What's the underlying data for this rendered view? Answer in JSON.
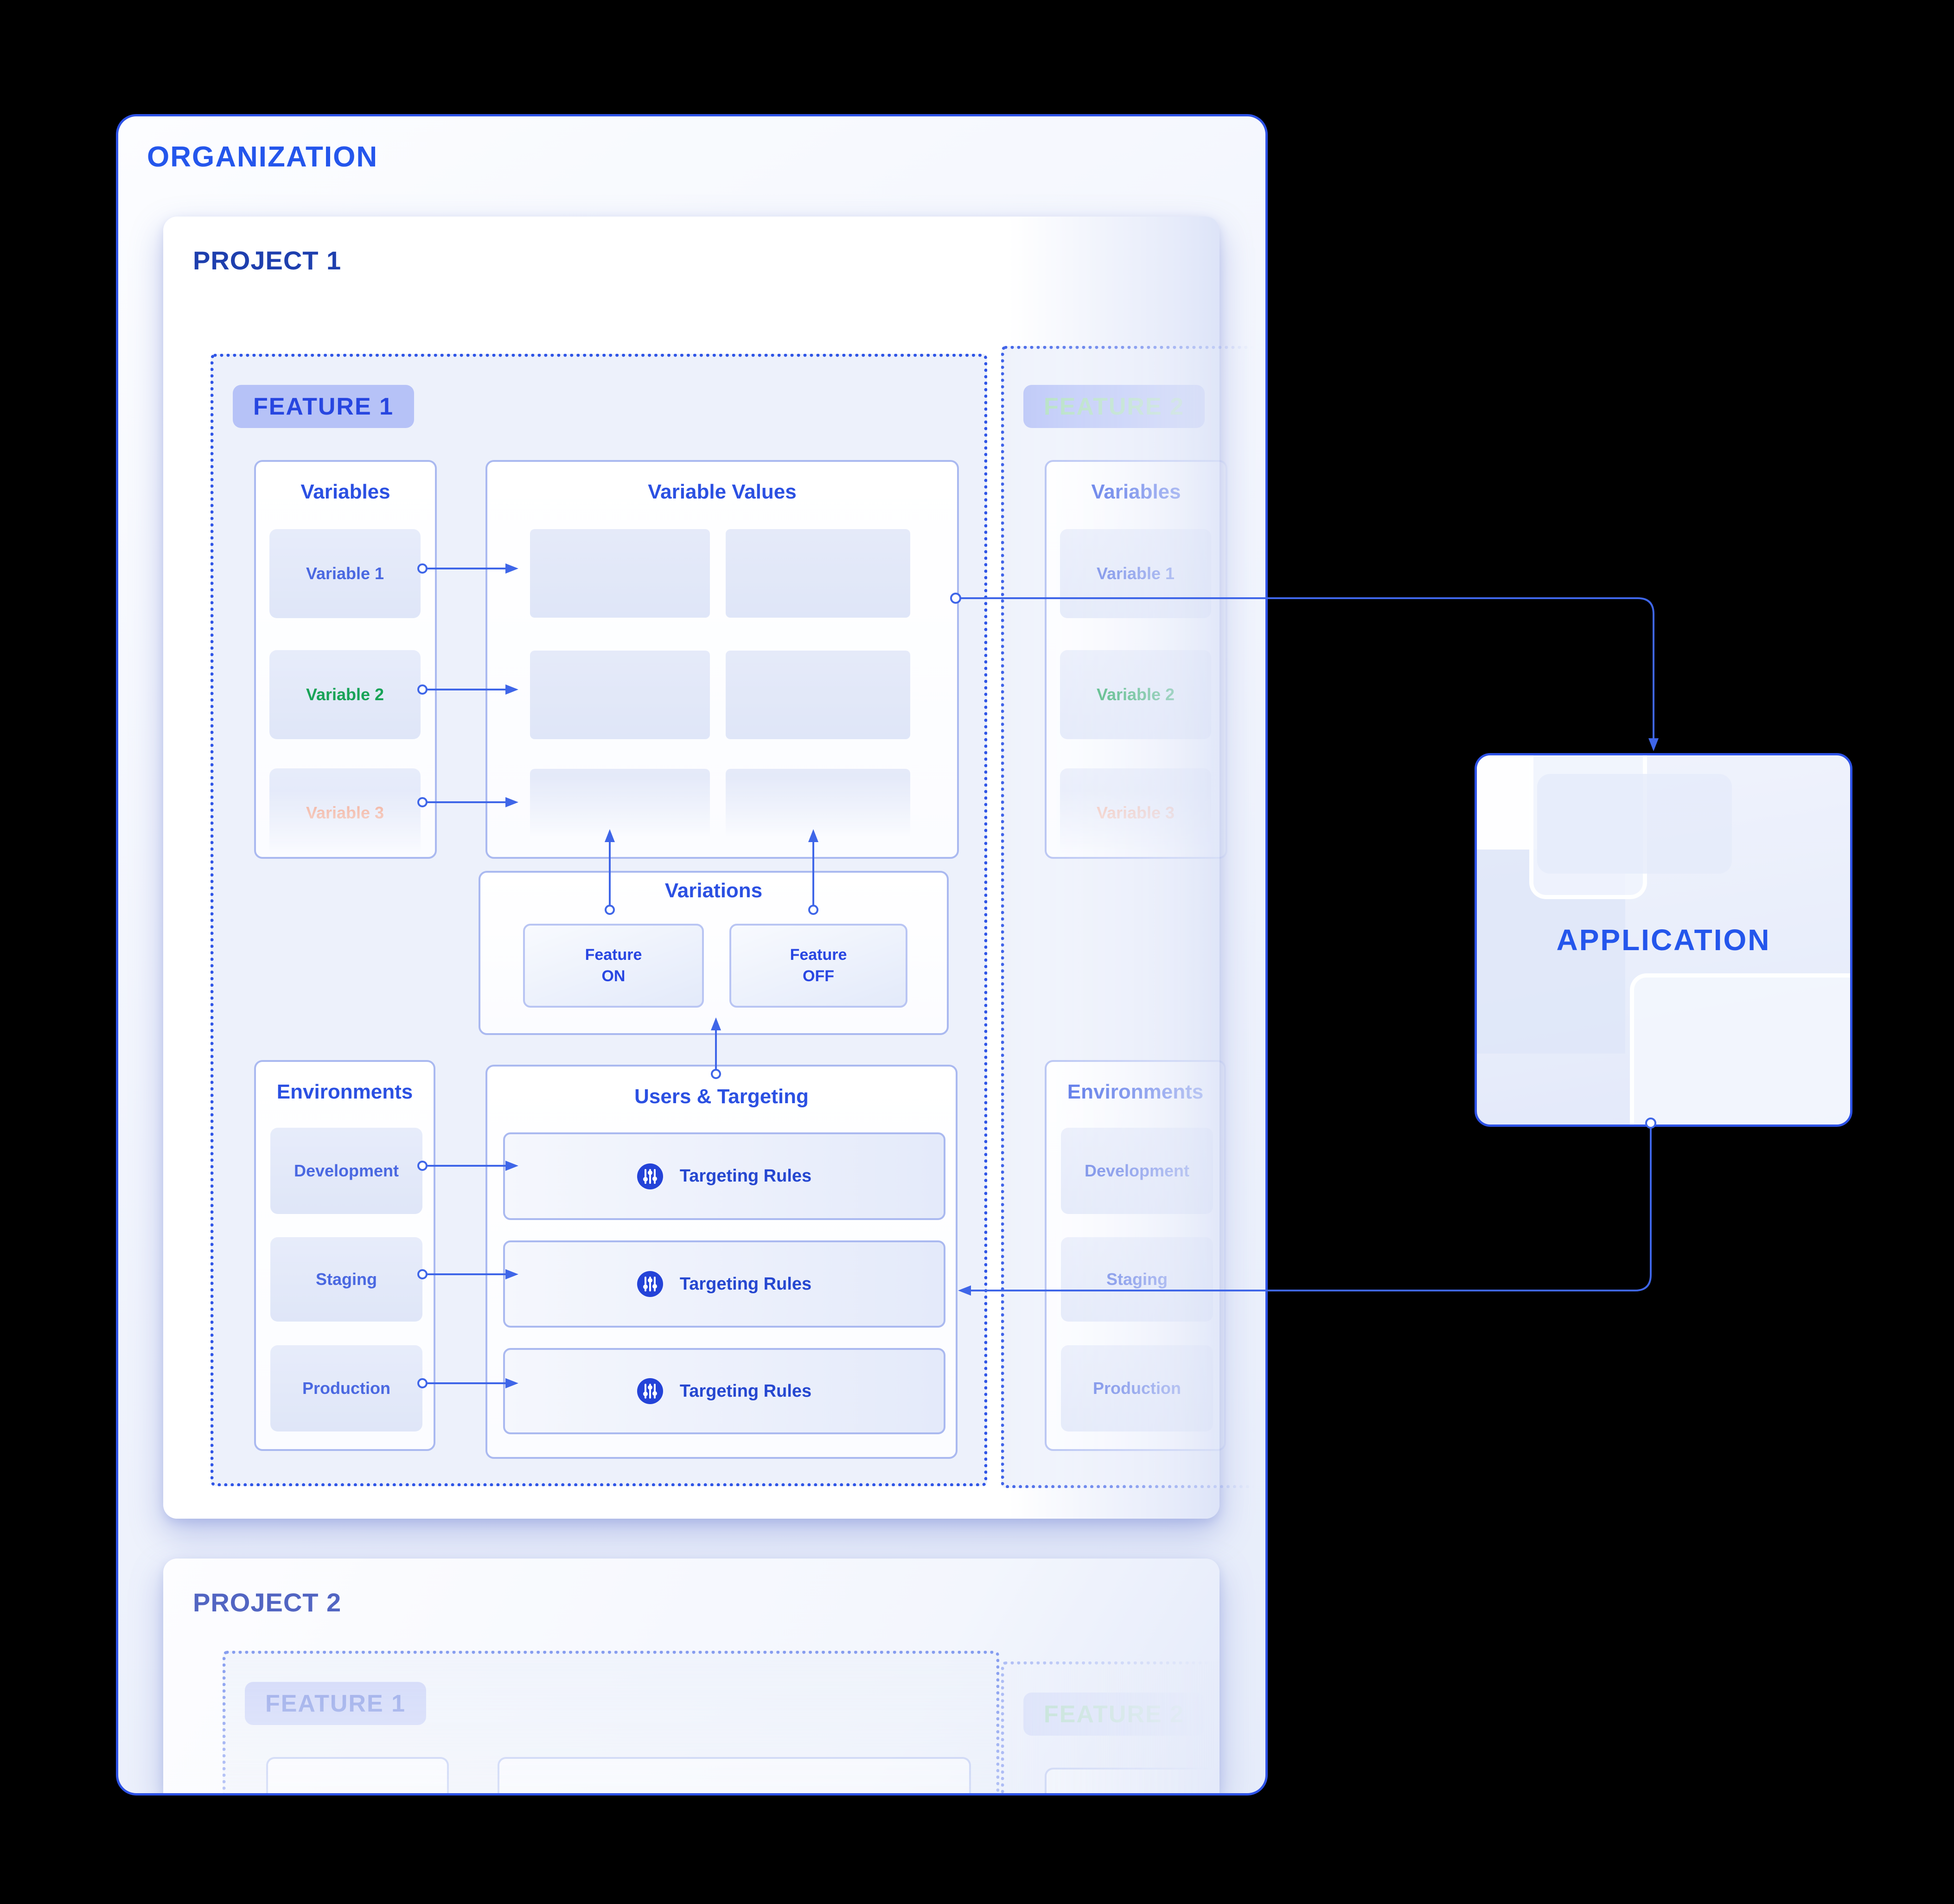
{
  "organization": {
    "title": "ORGANIZATION"
  },
  "application": {
    "title": "APPLICATION"
  },
  "projects": [
    {
      "title": "PROJECT 1",
      "features": [
        {
          "label": "FEATURE 1",
          "variables": {
            "title": "Variables",
            "items": [
              "Variable 1",
              "Variable 2",
              "Variable 3"
            ]
          },
          "variable_values": {
            "title": "Variable Values"
          },
          "variations": {
            "title": "Variations",
            "on": "Feature\nON",
            "off": "Feature\nOFF"
          },
          "environments": {
            "title": "Environments",
            "items": [
              "Development",
              "Staging",
              "Production"
            ]
          },
          "targeting": {
            "title": "Users & Targeting",
            "rule": "Targeting Rules",
            "icon": "sliders-icon"
          }
        },
        {
          "label": "FEATURE 2",
          "variables": {
            "title": "Variables",
            "items": [
              "Variable 1",
              "Variable 2",
              "Variable 3"
            ]
          },
          "environments": {
            "title": "Environments",
            "items": [
              "Development",
              "Staging",
              "Production"
            ]
          }
        }
      ]
    },
    {
      "title": "PROJECT 2",
      "features": [
        {
          "label": "FEATURE 1"
        },
        {
          "label": "FEATURE 2"
        }
      ]
    }
  ],
  "colors": {
    "accent_border": "#2d52e6",
    "heading_blue": "#2456ec",
    "section_blue": "#2b50e2",
    "navy_title": "#1e3fae",
    "item_blue": "#4a68e1",
    "variable2_green": "#18a357",
    "variable3_salmon": "#f0a58e",
    "pill_bg": "#b6c2f7",
    "wire_blue": "#3f66e8",
    "icon_circle_bg": "#2443d8",
    "panel_border": "#aab9f0",
    "page_bg": "#000000"
  }
}
